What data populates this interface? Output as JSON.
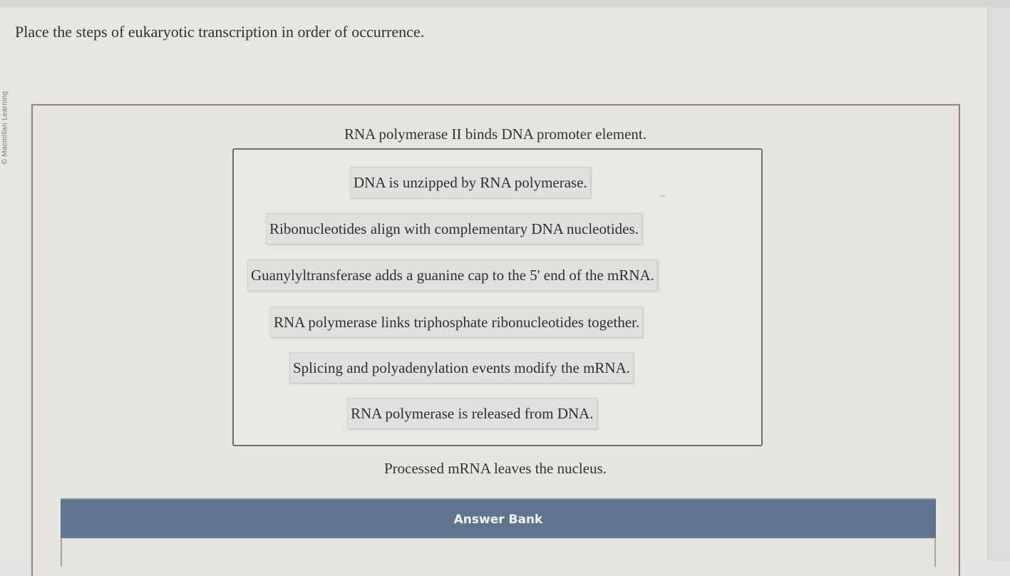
{
  "credit": {
    "text": "© Macmillan Learning"
  },
  "question": {
    "prompt": "Place the steps of eukaryotic transcription in order of occurrence."
  },
  "sequence": {
    "fixed_first": "RNA polymerase II binds DNA promoter element.",
    "fixed_last": "Processed mRNA leaves the nucleus.",
    "placed_steps": [
      {
        "label": "DNA is unzipped by RNA polymerase."
      },
      {
        "label": "Ribonucleotides align with complementary DNA nucleotides."
      },
      {
        "label": "Guanylyltransferase adds a guanine cap to the 5' end of the mRNA."
      },
      {
        "label": "RNA polymerase links triphosphate ribonucleotides together."
      },
      {
        "label": "Splicing and polyadenylation events modify the mRNA."
      },
      {
        "label": "RNA polymerase is released from DNA."
      }
    ]
  },
  "answer_bank": {
    "title": "Answer Bank",
    "items": []
  },
  "colors": {
    "answer_bank_header": "#627590",
    "frame_border": "#8f8687",
    "drop_zone_border": "#6e6e70",
    "tile_background": "#e1e0dc",
    "page_background": "#e7e6e1"
  }
}
